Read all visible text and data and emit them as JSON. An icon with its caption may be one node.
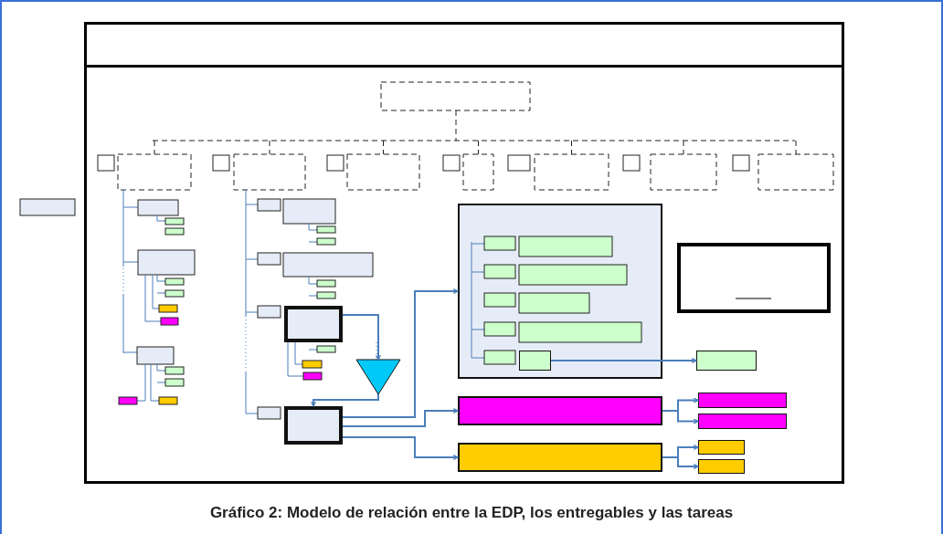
{
  "diagram": {
    "caption": "Gráfico 2: Modelo de relación entre la EDP, los entregables y las tareas",
    "nodes": [
      {
        "text": [],
        "shape": "box"
      },
      {
        "text": [],
        "shape": "triangle"
      },
      {
        "text": [],
        "shape": "box"
      },
      {
        "text": [],
        "shape": "box"
      },
      {
        "text": [],
        "shape": "box",
        "in": 3
      },
      {
        "text": [],
        "shape": "box"
      },
      {
        "text": [],
        "shape": "box"
      },
      {
        "text": [],
        "shape": "box"
      },
      {
        "text": [],
        "shape": "box"
      },
      {
        "text": [],
        "shape": "box"
      },
      {
        "text": [],
        "shape": "box"
      },
      {
        "text": [],
        "shape": "box"
      }
    ],
    "edges": [
      {
        "from": 0,
        "to": 1,
        "arrow": "to"
      },
      {
        "from": 1,
        "to": 2,
        "arrow": "to"
      },
      {
        "from": 2,
        "to": 3,
        "arrow": "to"
      },
      {
        "from": 2,
        "to": 6,
        "arrow": "to"
      },
      {
        "from": 2,
        "to": 7,
        "arrow": "to"
      },
      {
        "from": 4,
        "to": 5,
        "arrow": "to"
      },
      {
        "from": 6,
        "to": 8,
        "arrow": "to"
      },
      {
        "from": 6,
        "to": 9,
        "arrow": "to"
      },
      {
        "from": 7,
        "to": 10,
        "arrow": "to"
      },
      {
        "from": 7,
        "to": 11,
        "arrow": "to"
      }
    ]
  }
}
